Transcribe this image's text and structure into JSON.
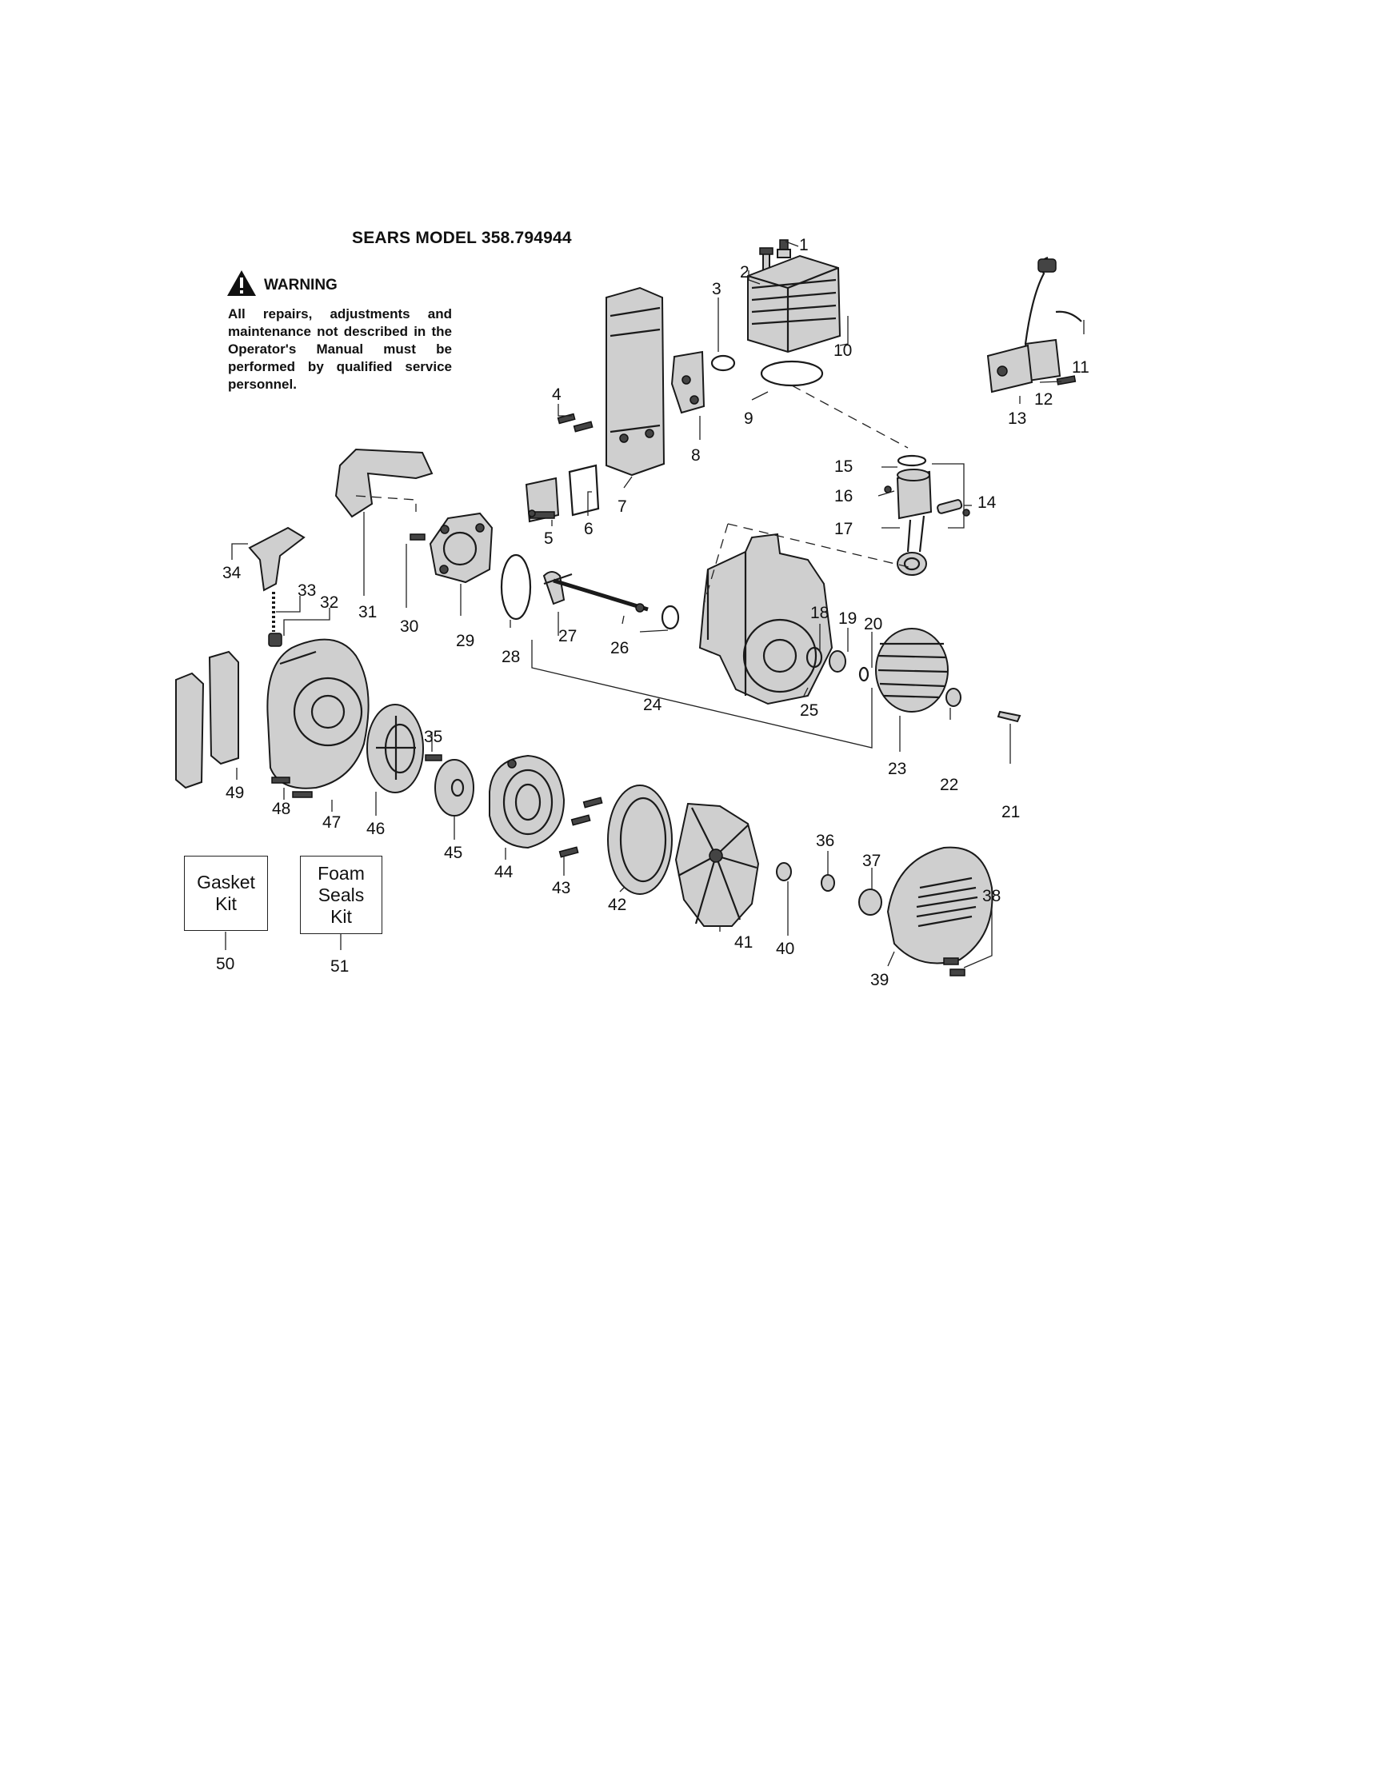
{
  "title": "SEARS MODEL 358.794944",
  "warning": {
    "heading": "WARNING",
    "text": "All repairs, adjustments and maintenance not described in the Operator's Manual must be performed by qualified service personnel."
  },
  "kits": [
    {
      "label": "Gasket\nKit",
      "number": "50"
    },
    {
      "label": "Foam\nSeals\nKit",
      "number": "51"
    }
  ],
  "part_numbers": [
    "1",
    "2",
    "3",
    "4",
    "5",
    "6",
    "7",
    "8",
    "9",
    "10",
    "11",
    "12",
    "13",
    "14",
    "15",
    "16",
    "17",
    "18",
    "19",
    "20",
    "21",
    "22",
    "23",
    "24",
    "25",
    "26",
    "27",
    "28",
    "29",
    "30",
    "31",
    "32",
    "33",
    "34",
    "35",
    "36",
    "37",
    "38",
    "39",
    "40",
    "41",
    "42",
    "43",
    "44",
    "45",
    "46",
    "47",
    "48",
    "49"
  ]
}
